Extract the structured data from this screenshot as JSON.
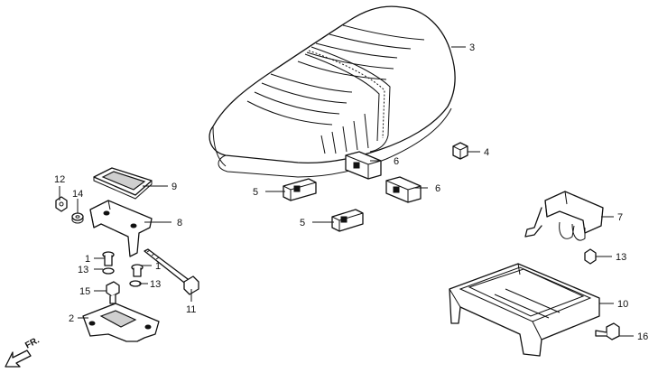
{
  "callouts": {
    "c1a": "1",
    "c1b": "1",
    "c2": "2",
    "c3": "3",
    "c4": "4",
    "c5a": "5",
    "c5b": "5",
    "c6a": "6",
    "c6b": "6",
    "c7": "7",
    "c8": "8",
    "c9": "9",
    "c10": "10",
    "c11": "11",
    "c12": "12",
    "c13a": "13",
    "c13b": "13",
    "c13c": "13",
    "c14": "14",
    "c15": "15",
    "c16": "16"
  },
  "direction_label": "FR."
}
